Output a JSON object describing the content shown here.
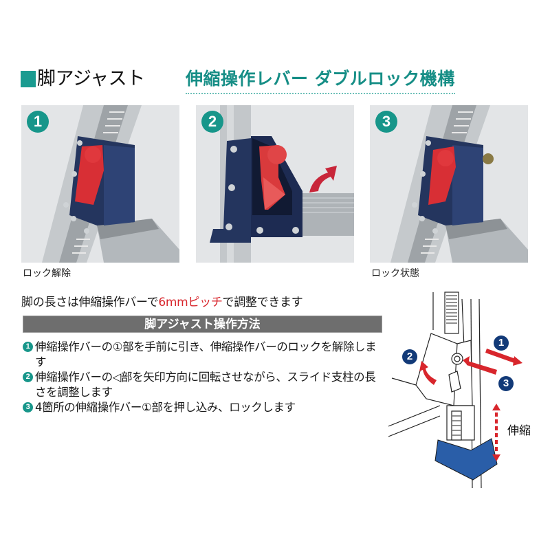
{
  "header": {
    "title": "脚アジャスト",
    "subtitle": "伸縮操作レバー ダブルロック機構",
    "accent_color": "#1a9b90"
  },
  "photos": [
    {
      "badge": "1",
      "caption": "ロック解除"
    },
    {
      "badge": "2",
      "caption": ""
    },
    {
      "badge": "3",
      "caption": "ロック状態"
    }
  ],
  "note": {
    "prefix": "脚の長さは伸縮操作バーで",
    "highlight": "6mmピッチ",
    "suffix": "で調整できます",
    "highlight_color": "#d8262c"
  },
  "section": {
    "title": "脚アジャスト操作方法"
  },
  "steps": [
    {
      "num": "1",
      "text": "伸縮操作バーの①部を手前に引き、伸縮操作バーのロックを解除します"
    },
    {
      "num": "2",
      "text": "伸縮操作バーの◁部を矢印方向に回転させながら、スライド支柱の長さを調整します"
    },
    {
      "num": "3",
      "text": "4箇所の伸縮操作バー①部を押し込み、ロックします"
    }
  ],
  "diagram": {
    "badges": [
      "1",
      "2",
      "3"
    ],
    "label": "伸縮",
    "arrow_color": "#d8262c",
    "foot_color": "#2a5ea8",
    "badge_color": "#123a78"
  }
}
